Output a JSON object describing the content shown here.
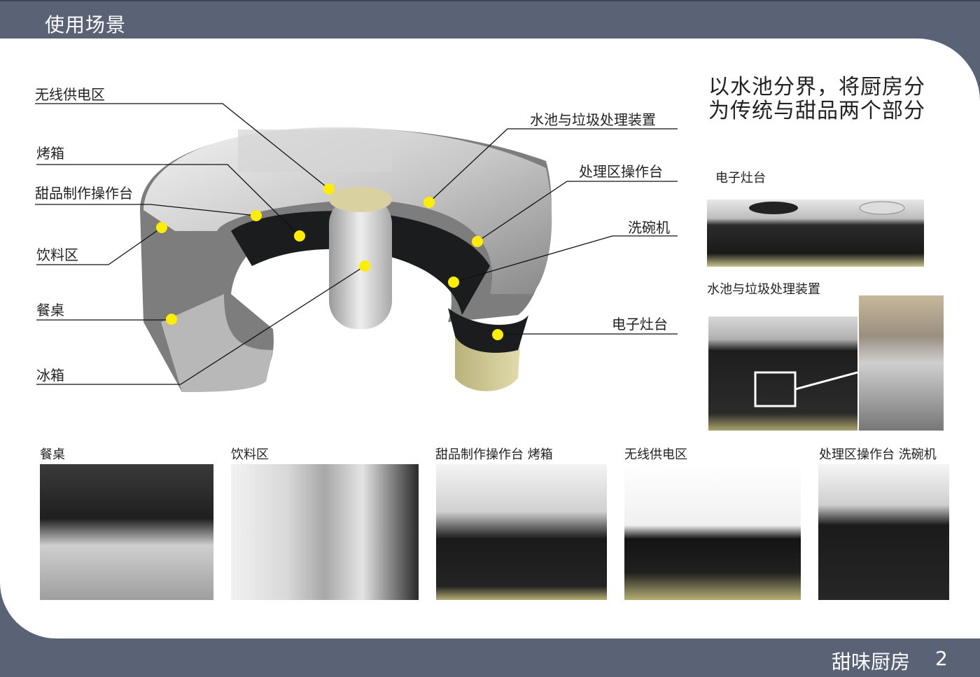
{
  "header": {
    "title": "使用场景"
  },
  "footer": {
    "title": "甜味厨房",
    "page": "2"
  },
  "diagram": {
    "left_labels": [
      "无线供电区",
      "烤箱",
      "甜品制作操作台",
      "饮料区",
      "餐桌",
      "冰箱"
    ],
    "right_labels": [
      "水池与垃圾处理装置",
      "处理区操作台",
      "洗碗机",
      "电子灶台"
    ],
    "marker_color": "#ffee00"
  },
  "side": {
    "headline_line1": "以水池分界，将厨房分",
    "headline_line2": "为传统与甜品两个部分",
    "stove_label": "电子灶台",
    "sink_label": "水池与垃圾处理装置"
  },
  "scenes": [
    {
      "label": "餐桌"
    },
    {
      "label": "饮料区"
    },
    {
      "label": "甜品制作操作台  烤箱"
    },
    {
      "label": "无线供电区"
    },
    {
      "label": "处理区操作台 洗碗机"
    }
  ]
}
